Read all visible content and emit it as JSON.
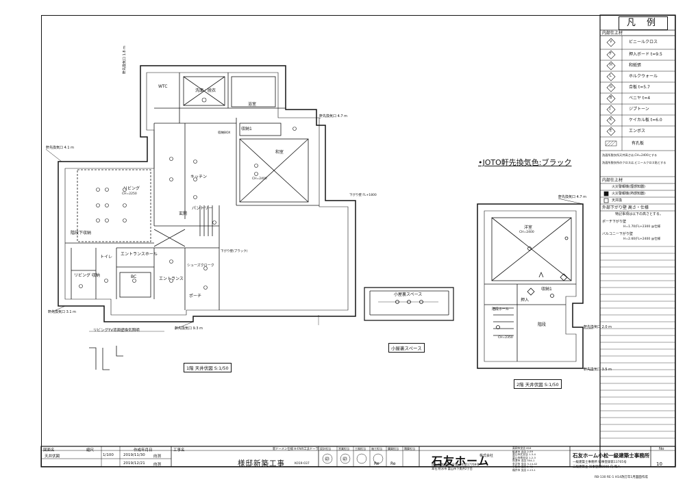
{
  "legend": {
    "title": "凡 例",
    "section_interior": "内部仕上材",
    "items": [
      {
        "sym": "V",
        "label": "ビニールクロス"
      },
      {
        "sym": "F",
        "label": "押入ボード t=9.5"
      },
      {
        "sym": "H",
        "label": "和紙張"
      },
      {
        "sym": "L",
        "label": "ホルクウォール"
      },
      {
        "sym": "G",
        "label": "合板 t=5.7"
      },
      {
        "sym": "B",
        "label": "ベニヤ t=4"
      },
      {
        "sym": "J",
        "label": "ジプトーン"
      },
      {
        "sym": "K",
        "label": "ケイカル板 t=6.0"
      },
      {
        "sym": "E",
        "label": "エンボス"
      }
    ],
    "hatch_label": "有孔板",
    "note1": "洗面所脱衣所天井高さは,CH=2400とする",
    "note2": "洗面所脱衣所のクロスは,ビニールクロス貼とする",
    "section_interior2": "内部仕上材",
    "items2": [
      {
        "label": "火災警報機(煙感知器)"
      },
      {
        "label": "火災警報機(熱感知器)"
      },
      {
        "label": "天井換"
      }
    ],
    "section_exterior": "外部下がり壁 高さ・仕様",
    "exterior_note": "特記事項は以下の高さとする。",
    "porch_label": "ポーチ下がり壁",
    "porch_value": "H=1.70(FL+2300 @仕様",
    "balcony_label": "バルコニー下がり壁",
    "balcony_value": "H=2.60(FL+2400 @仕様"
  },
  "notice": "•JOTO軒先換気色:ブラック",
  "plan1": {
    "title": "1階 天井伏図 S:1/50",
    "rooms": [
      "WTC",
      "洗面・脱衣",
      "浴室",
      "収納1",
      "和室",
      "リビング",
      "キッチン",
      "玄関",
      "エントランスホール",
      "エントランス",
      "トイレ",
      "リビング 収納",
      "ポーチ",
      "パントリー",
      "シューズクローク",
      "階段下収納",
      "BC"
    ],
    "labels": [
      "軒先換気口 4.1 m",
      "軒先換気口 4.7 m",
      "軒先換気口 1.8 m",
      "軒先換気口 3.1 m",
      "軒先換気口 9.3 m",
      "CH=2250",
      "CH=2400",
      "下がり壁 FL+1800",
      "下がり壁(ブラック)",
      "収納BOX"
    ],
    "tv_title": "リビングTV背面壁換気照明"
  },
  "attic": {
    "title": "小屋裏スペース",
    "label": "小屋裏スペース"
  },
  "plan2": {
    "title": "2階 天井伏図 S:1/50",
    "rooms": [
      "洋室",
      "収納1",
      "押入",
      "階段",
      "階段ホール"
    ],
    "labels": [
      "軒先換気口 4.7 m",
      "軒先換気口 2.0 m",
      "軒先換気口 3.5 m",
      "CH=2400",
      "CH=2350"
    ]
  },
  "titleblock": {
    "h_drawing": "図面名",
    "h_scale": "縮尺",
    "h_date": "作成年月日",
    "drawing": "天井伏図",
    "scale": "1/100",
    "date1": "2019/11/30",
    "by1": "向渕",
    "date2": "2019/12/21",
    "by2": "向渕",
    "h_project": "工事名",
    "project": "様邸新築工事",
    "code": "K019-037",
    "spec": "新ドーメン仕様 H-FAIR工法ドーラ",
    "stamps": [
      "設計担当",
      "営業担当",
      "工務担当",
      "施工担当",
      "購買担当",
      "積算担当"
    ],
    "stamp_marks": [
      "㊞",
      "㊞",
      "Re",
      "Re"
    ],
    "logo": "石友ホーム",
    "logo_sub": "株式会社",
    "license1": "国土交通大臣許可(般-30)第17769号",
    "license2": "本社:射水市 富山市下奥井2丁目",
    "branches": [
      "高岡市支店 616",
      "砺波市 支店 2-59",
      "富山市北支店 1-3-4",
      "富山市南支店 1-2-3",
      "魚津市 支店 554-1",
      "金沢市 支店 3-14-42",
      "小松市 支店 2-72",
      "福井市 支店 2-13-1"
    ],
    "company": "石友ホーム小松一級建築士事務所",
    "architect1": "一級建築士事務所 知事登録第13705号",
    "architect2": "二級建築士 知事登録8885 向 和人",
    "h_no": "No",
    "page": "10",
    "footer": "RB-130 RE-1 H14改訂年1月図面作成"
  }
}
